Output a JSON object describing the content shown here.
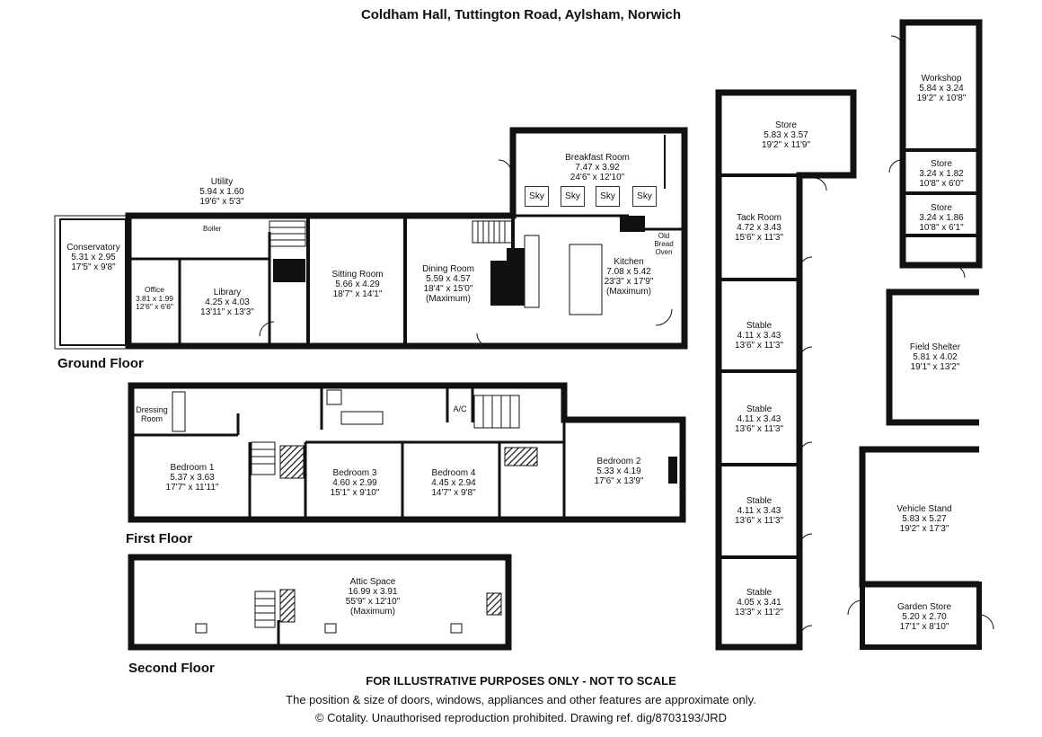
{
  "title": "Coldham Hall, Tuttington Road, Aylsham, Norwich",
  "floors": {
    "ground": "Ground Floor",
    "first": "First Floor",
    "second": "Second Floor"
  },
  "rooms": {
    "conservatory": {
      "name": "Conservatory",
      "metric": "5.31 x 2.95",
      "imperial": "17'5\" x 9'8\""
    },
    "office": {
      "name": "Office",
      "metric": "3.81 x 1.99",
      "imperial": "12'6\" x 6'6\""
    },
    "utility": {
      "name": "Utility",
      "metric": "5.94 x 1.60",
      "imperial": "19'6\" x 5'3\""
    },
    "library": {
      "name": "Library",
      "metric": "4.25 x 4.03",
      "imperial": "13'11\" x 13'3\""
    },
    "sitting": {
      "name": "Sitting Room",
      "metric": "5.66 x 4.29",
      "imperial": "18'7\" x 14'1\""
    },
    "dining": {
      "name": "Dining Room",
      "metric": "5.59 x 4.57",
      "imperial": "18'4\" x 15'0\"",
      "note": "(Maximum)"
    },
    "breakfast": {
      "name": "Breakfast Room",
      "metric": "7.47 x 3.92",
      "imperial": "24'6\" x 12'10\""
    },
    "kitchen": {
      "name": "Kitchen",
      "metric": "7.08 x 5.42",
      "imperial": "23'3\" x 17'9\"",
      "note": "(Maximum)"
    },
    "dressing": {
      "name1": "Dressing",
      "name2": "Room"
    },
    "bedroom1": {
      "name": "Bedroom 1",
      "metric": "5.37 x 3.63",
      "imperial": "17'7\" x 11'11\""
    },
    "bedroom3": {
      "name": "Bedroom 3",
      "metric": "4.60 x 2.99",
      "imperial": "15'1\" x 9'10\""
    },
    "bedroom4": {
      "name": "Bedroom 4",
      "metric": "4.45 x 2.94",
      "imperial": "14'7\" x 9'8\""
    },
    "bedroom2": {
      "name": "Bedroom 2",
      "metric": "5.33 x 4.19",
      "imperial": "17'6\" x 13'9\""
    },
    "attic": {
      "name": "Attic Space",
      "metric": "16.99 x 3.91",
      "imperial": "55'9\" x 12'10\"",
      "note": "(Maximum)"
    },
    "store_big": {
      "name": "Store",
      "metric": "5.83 x 3.57",
      "imperial": "19'2\" x 11'9\""
    },
    "tack": {
      "name": "Tack Room",
      "metric": "4.72 x 3.43",
      "imperial": "15'6\" x 11'3\""
    },
    "stable1": {
      "name": "Stable",
      "metric": "4.11 x 3.43",
      "imperial": "13'6\" x 11'3\""
    },
    "stable2": {
      "name": "Stable",
      "metric": "4.11 x 3.43",
      "imperial": "13'6\" x 11'3\""
    },
    "stable3": {
      "name": "Stable",
      "metric": "4.11 x 3.43",
      "imperial": "13'6\" x 11'3\""
    },
    "stable4": {
      "name": "Stable",
      "metric": "4.05 x 3.41",
      "imperial": "13'3\" x 11'2\""
    },
    "workshop": {
      "name": "Workshop",
      "metric": "5.84 x 3.24",
      "imperial": "19'2\" x 10'8\""
    },
    "store_a": {
      "name": "Store",
      "metric": "3.24 x 1.82",
      "imperial": "10'8\" x 6'0\""
    },
    "store_b": {
      "name": "Store",
      "metric": "3.24 x 1.86",
      "imperial": "10'8\" x 6'1\""
    },
    "field": {
      "name": "Field Shelter",
      "metric": "5.81 x 4.02",
      "imperial": "19'1\" x 13'2\""
    },
    "vehicle": {
      "name": "Vehicle Stand",
      "metric": "5.83 x 5.27",
      "imperial": "19'2\" x 17'3\""
    },
    "garden": {
      "name": "Garden Store",
      "metric": "5.20 x 2.70",
      "imperial": "17'1\" x 8'10\""
    }
  },
  "labels": {
    "sky": "Sky",
    "boiler": "Boiler",
    "ac": "A/C",
    "oven1": "Old",
    "oven2": "Bread",
    "oven3": "Oven"
  },
  "footer": {
    "line1": "FOR ILLUSTRATIVE PURPOSES ONLY - NOT TO SCALE",
    "line2": "The position & size of doors, windows, appliances and other features are approximate only.",
    "line3": "© Cotality. Unauthorised reproduction prohibited. Drawing ref. dig/8703193/JRD"
  }
}
